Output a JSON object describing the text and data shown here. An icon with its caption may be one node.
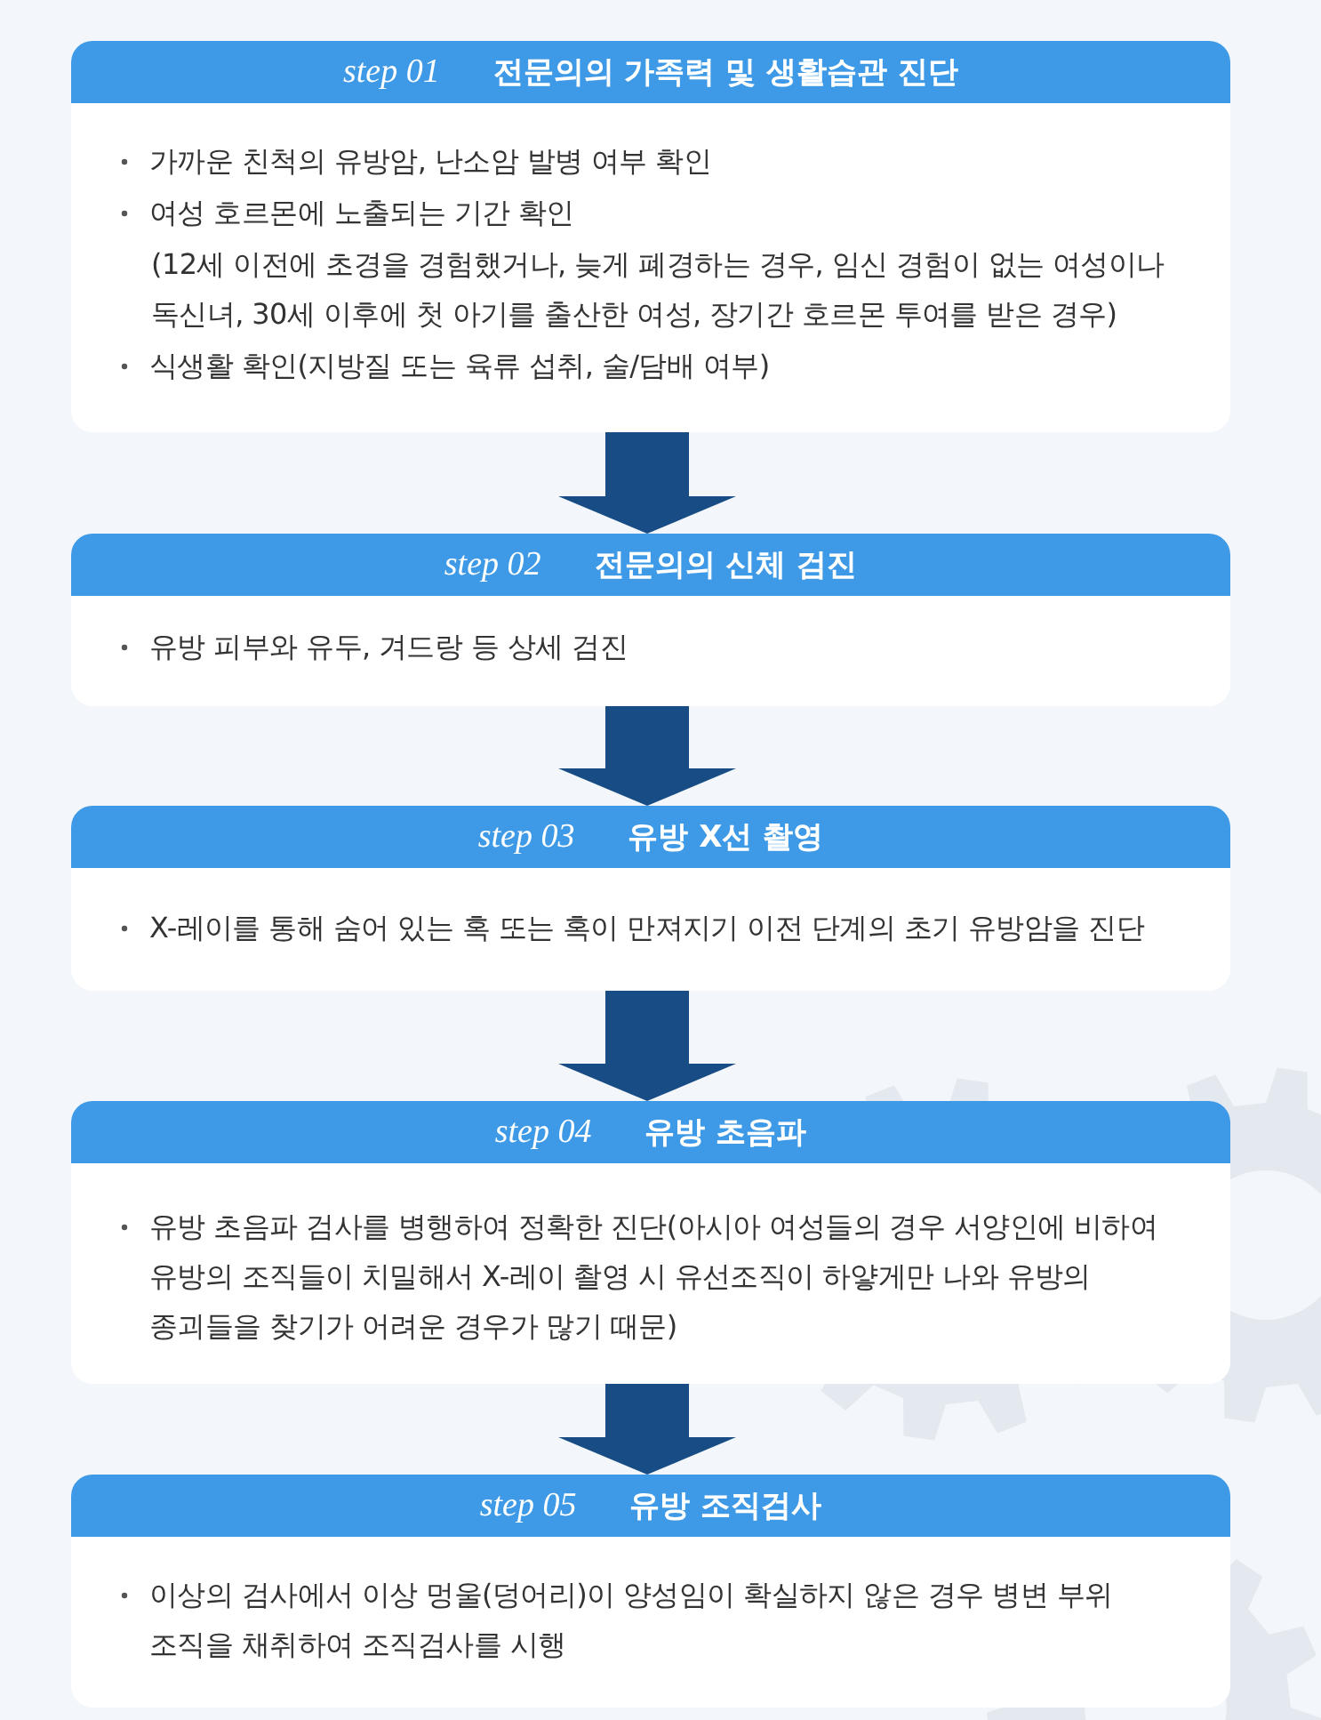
{
  "diagram": {
    "nodes": [
      {
        "text": [
          "가까운 친척의 유방암, 난소암 발병 여부 확인",
          "여성 호르몬에 노출되는 기간 확인",
          "(12세 이전에 초경을 경험했거나, 늦게 폐경하는 경우, 임신 경험이 없는 여성이나 독신녀, 30세 이후에 첫 아기를 출산한 여성, 장기간 호르몬 투여를 받은 경우)",
          "식생활 확인(지방질 또는 육류 섭취, 술/담배 여부)"
        ]
      },
      {
        "text": [
          "step 01",
          "전문의의 가족력 및 생활습관 진단"
        ],
        "in": 0
      },
      {
        "text": [
          "유방 피부와 유두, 겨드랑 등 상세 검진"
        ]
      },
      {
        "text": [
          "step 02",
          "전문의의 신체 검진"
        ],
        "in": 2
      },
      {
        "text": [
          "X-레이를 통해 숨어 있는 혹 또는 혹이 만져지기 이전 단계의 초기 유방암을 진단"
        ]
      },
      {
        "text": [
          "step 03",
          "유방 X선 촬영"
        ],
        "in": 4
      },
      {
        "text": [
          "유방 초음파 검사를 병행하여 정확한 진단(아시아 여성들의 경우 서양인에 비하여 유방의 조직들이 치밀해서 X-레이 촬영 시 유선조직이 하얗게만 나와 유방의 종괴들을 찾기가 어려운 경우가 많기 때문)"
        ]
      },
      {
        "text": [
          "step 04",
          "유방 초음파"
        ],
        "in": 6
      },
      {
        "text": [
          "이상의 검사에서 이상 멍울(덩어리)이 양성임이 확실하지 않은 경우 병변 부위 조직을 채취하여 조직검사를 시행"
        ]
      },
      {
        "text": [
          "step 05",
          "유방 조직검사"
        ],
        "in": 8
      }
    ],
    "edges": [
      {
        "from": 0,
        "to": 2,
        "arrow": "to"
      },
      {
        "from": 2,
        "to": 4,
        "arrow": "to"
      },
      {
        "from": 4,
        "to": 6,
        "arrow": "to"
      },
      {
        "from": 6,
        "to": 8,
        "arrow": "to"
      }
    ]
  }
}
